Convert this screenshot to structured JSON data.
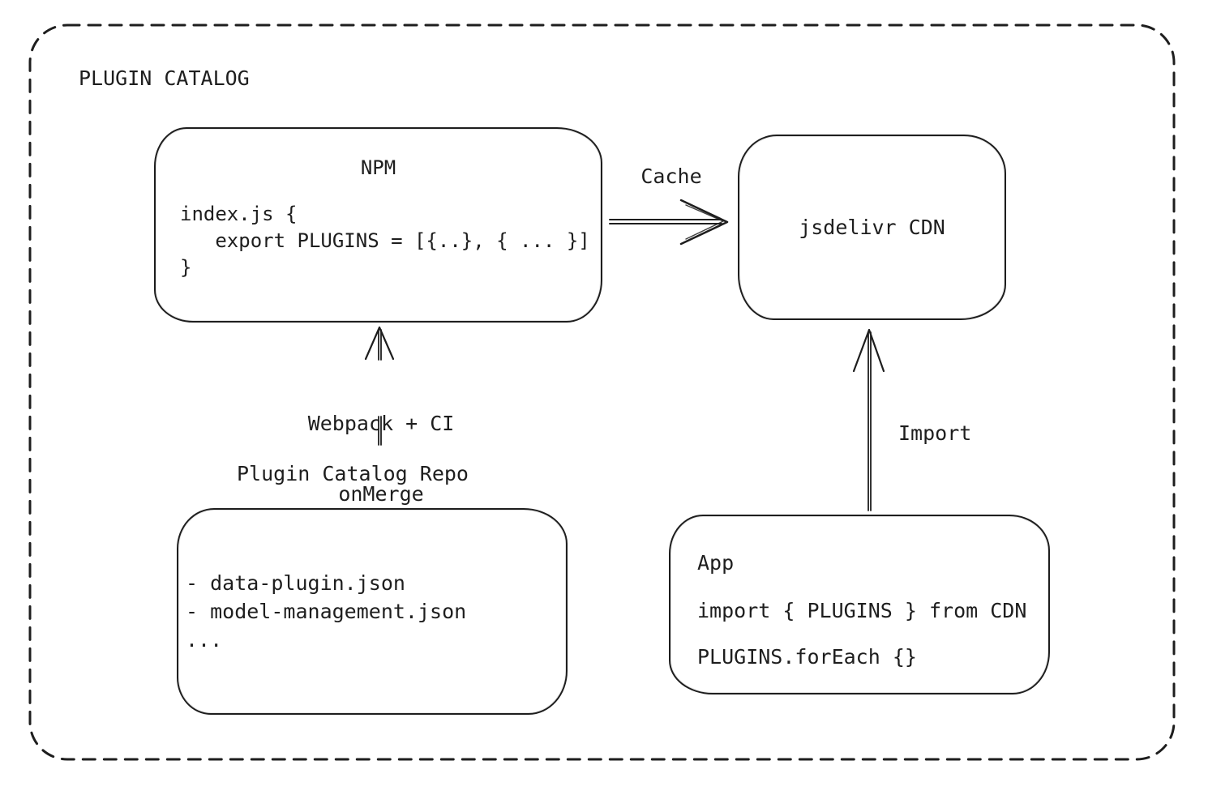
{
  "title": "PLUGIN CATALOG",
  "boxes": {
    "npm": {
      "title": "NPM",
      "code_lines": [
        "index.js {",
        "   export PLUGINS = [{..}, { ... }]",
        "}"
      ]
    },
    "cdn": {
      "label": "jsdelivr CDN"
    },
    "repo": {
      "external_label": "Plugin Catalog Repo",
      "file_lines": [
        "- data-plugin.json",
        "- model-management.json",
        "..."
      ]
    },
    "app": {
      "title": "App",
      "code_lines": [
        "import { PLUGINS } from CDN",
        "PLUGINS.forEach {}"
      ]
    }
  },
  "arrows": {
    "cache": {
      "label": "Cache",
      "from": "NPM",
      "to": "jsdelivr CDN"
    },
    "webpack": {
      "label_line1": "Webpack + CI",
      "label_line2": "onMerge",
      "from": "Plugin Catalog Repo",
      "to": "NPM"
    },
    "import": {
      "label": "Import",
      "from": "App",
      "to": "jsdelivr CDN"
    }
  },
  "colors": {
    "stroke": "#1e1e1e",
    "text": "#1e1e1e",
    "background": "#ffffff"
  }
}
